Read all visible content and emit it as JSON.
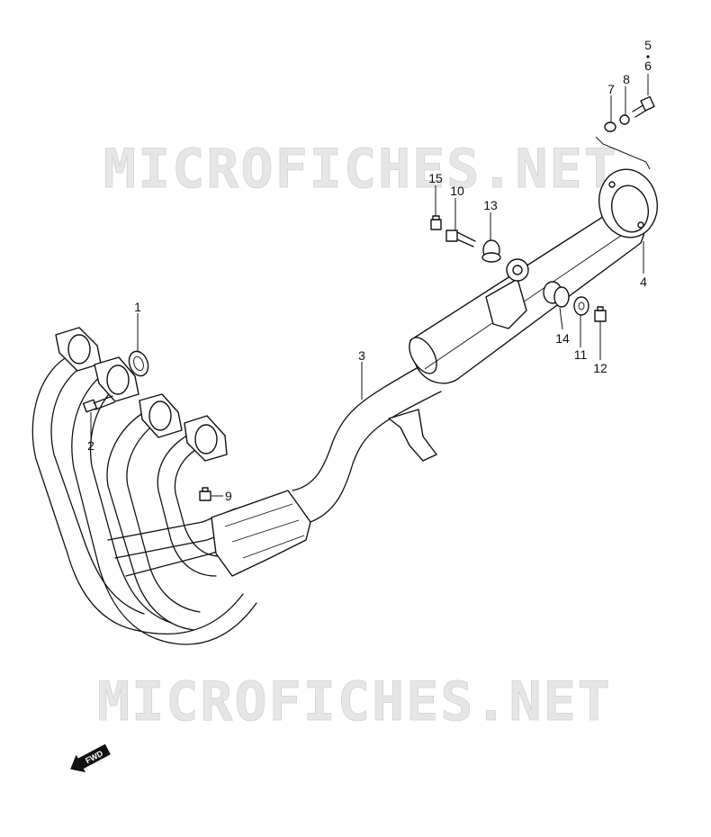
{
  "watermark": {
    "text": "MICROFICHES.NET"
  },
  "badge": {
    "text": "FWD"
  },
  "callouts": [
    {
      "id": "1",
      "text": "1"
    },
    {
      "id": "2",
      "text": "2"
    },
    {
      "id": "3",
      "text": "3"
    },
    {
      "id": "4",
      "text": "4"
    },
    {
      "id": "5",
      "text": "5"
    },
    {
      "id": "6",
      "text": "6"
    },
    {
      "id": "7",
      "text": "7"
    },
    {
      "id": "8",
      "text": "8"
    },
    {
      "id": "9",
      "text": "9"
    },
    {
      "id": "10",
      "text": "10"
    },
    {
      "id": "11",
      "text": "11"
    },
    {
      "id": "12",
      "text": "12"
    },
    {
      "id": "13",
      "text": "13"
    },
    {
      "id": "14",
      "text": "14"
    },
    {
      "id": "15",
      "text": "15"
    }
  ]
}
